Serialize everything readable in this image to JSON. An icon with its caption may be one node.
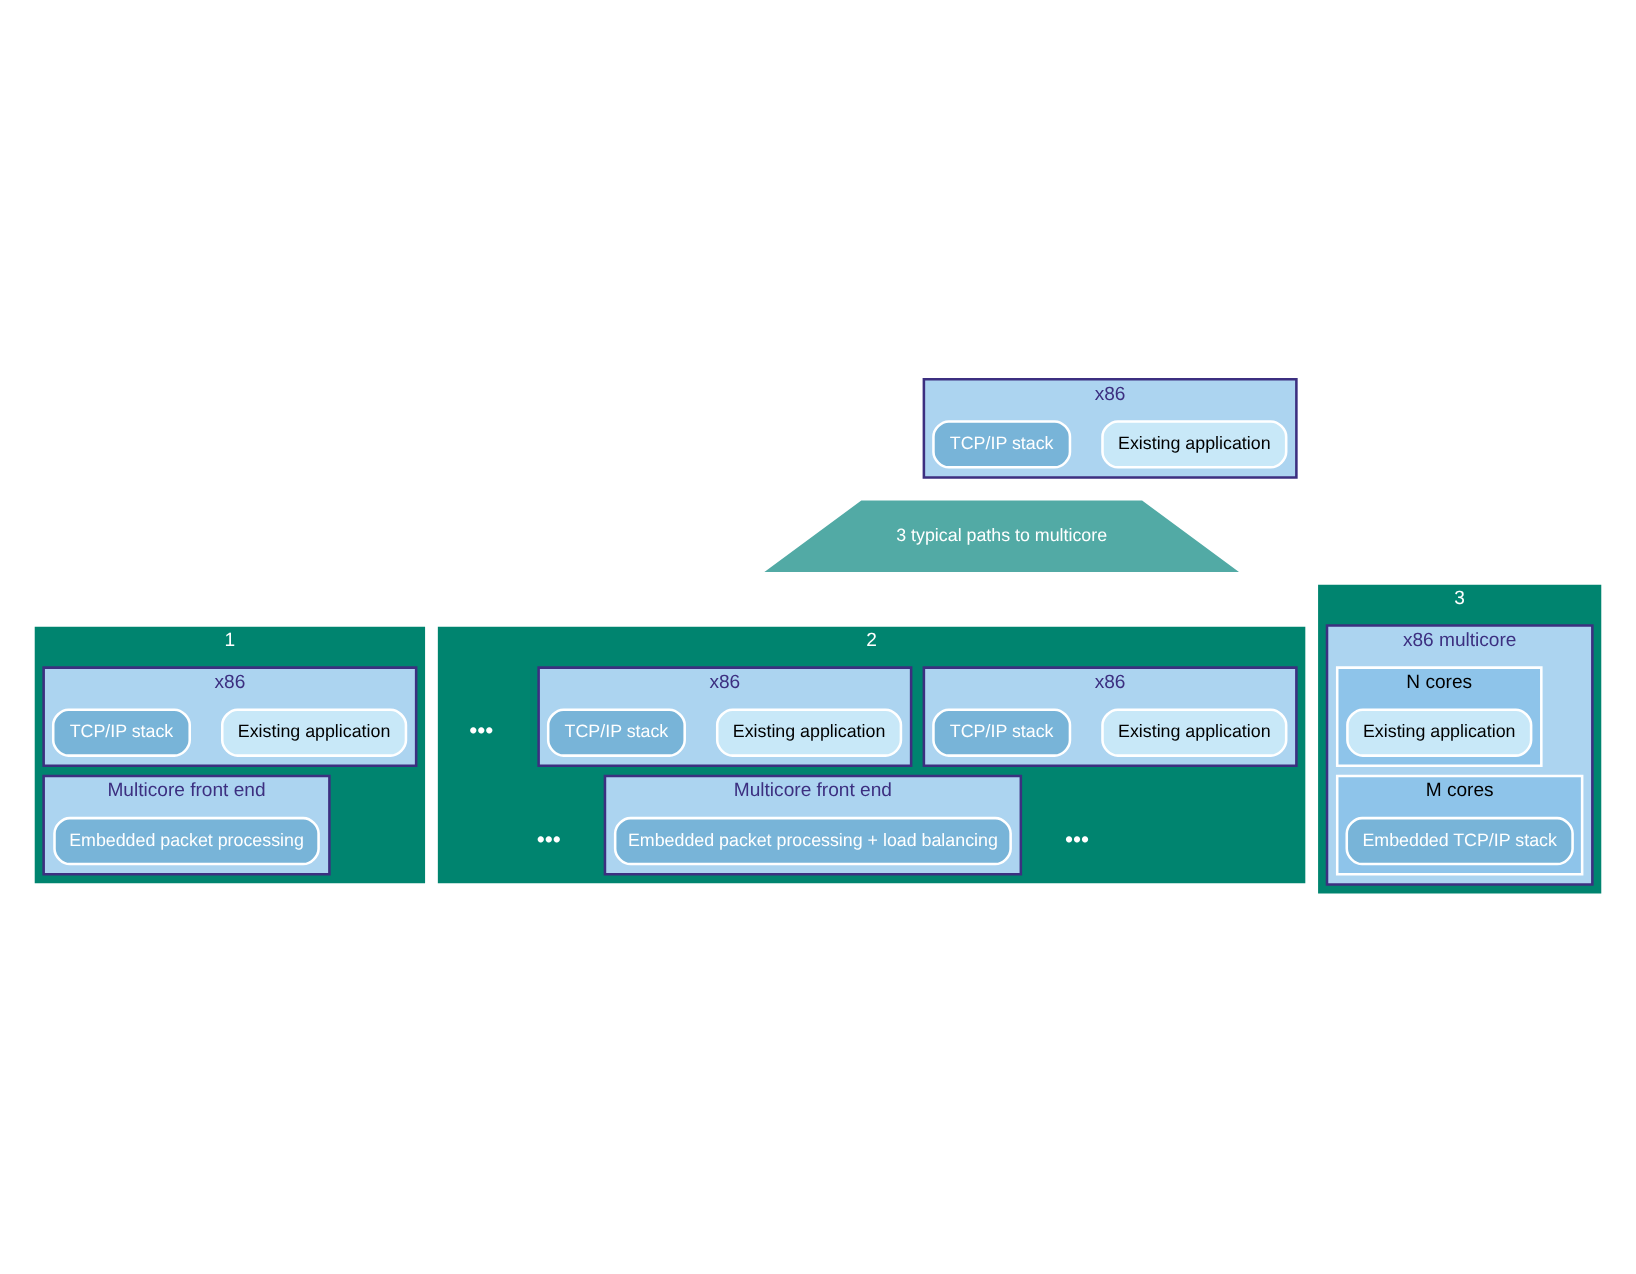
{
  "diagram": {
    "nodes": [
      {
        "text": [
          "x86"
        ]
      },
      {
        "text": [
          "Existing application"
        ],
        "in": 0
      },
      {
        "text": [
          "TCP/IP stack"
        ],
        "in": 0
      },
      {
        "text": [
          "3 typical paths to multicore"
        ]
      },
      {
        "text": [
          "1"
        ]
      },
      {
        "text": [
          "x86"
        ],
        "in": 4
      },
      {
        "text": [
          "Existing application"
        ],
        "in": 5
      },
      {
        "text": [
          "TCP/IP stack"
        ],
        "in": 5
      },
      {
        "text": [
          "Multicore front end"
        ],
        "in": 4
      },
      {
        "text": [
          "Embedded packet processing"
        ],
        "in": 8
      },
      {
        "text": [
          "2"
        ]
      },
      {
        "text": [
          "x86"
        ],
        "in": 10
      },
      {
        "text": [
          "Existing application"
        ],
        "in": 11
      },
      {
        "text": [
          "TCP/IP stack"
        ],
        "in": 11
      },
      {
        "text": [
          "x86"
        ],
        "in": 10
      },
      {
        "text": [
          "Existing application"
        ],
        "in": 14
      },
      {
        "text": [
          "TCP/IP stack"
        ],
        "in": 14
      },
      {
        "text": [
          "Multicore front end"
        ],
        "in": 10
      },
      {
        "text": [
          "Embedded packet processing + load balancing"
        ],
        "in": 17
      },
      {
        "text": [
          "3"
        ]
      },
      {
        "text": [
          "x86 multicore"
        ],
        "in": 19
      },
      {
        "text": [
          "N cores"
        ],
        "in": 20
      },
      {
        "text": [
          "Existing application"
        ],
        "in": 21
      },
      {
        "text": [
          "M cores"
        ],
        "in": 20
      },
      {
        "text": [
          "Embedded TCP/IP stack"
        ],
        "in": 23
      }
    ],
    "edges": [],
    "labels": [
      "•••",
      "•••",
      "•••"
    ]
  }
}
